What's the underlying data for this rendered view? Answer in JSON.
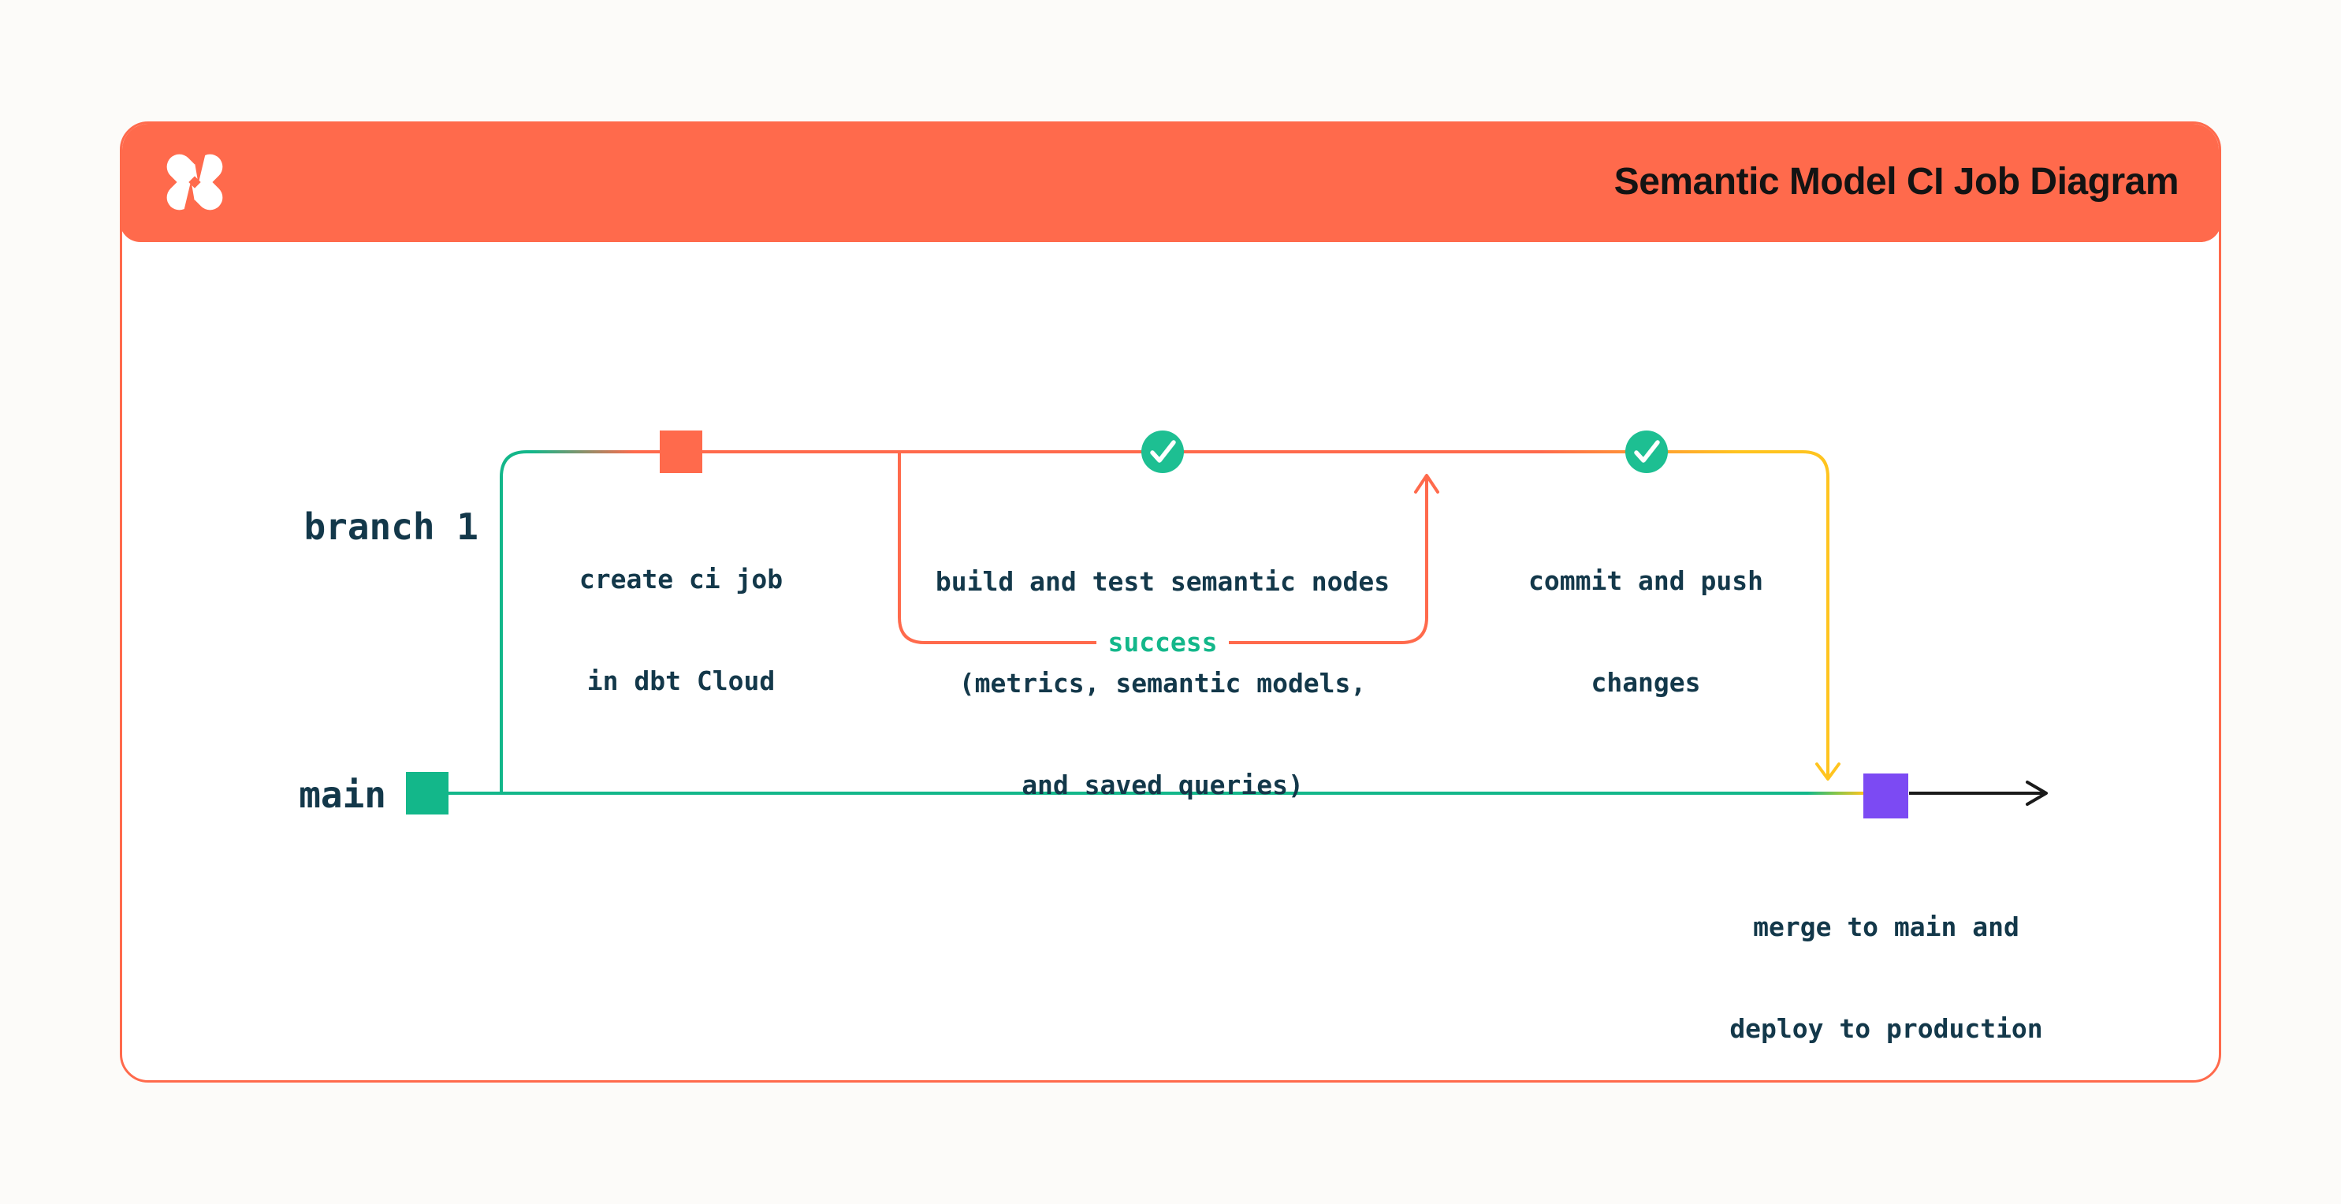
{
  "header": {
    "title": "Semantic Model CI Job Diagram"
  },
  "branches": {
    "branch1_label": "branch 1",
    "main_label": "main"
  },
  "nodes": {
    "create_ci": {
      "line1": "create ci job",
      "line2": "in dbt Cloud"
    },
    "build_test": {
      "line1": "build and test semantic nodes",
      "line2": "(metrics, semantic models,",
      "line3": "and saved queries)",
      "loop_label": "success"
    },
    "commit_push": {
      "line1": "commit and push",
      "line2": "changes"
    },
    "merge_deploy": {
      "line1": "merge to main and",
      "line2": "deploy to production"
    }
  },
  "icons": {
    "logo": "dbt-logo",
    "check_markers": "green-check-circle"
  },
  "colors": {
    "header_orange": "#ff6a4c",
    "line_orange": "#ff6a4c",
    "teal_green": "#13b78a",
    "check_circle_green": "#1dbf92",
    "yellow": "#ffc41f",
    "purple": "#7c4af3",
    "text_dark": "#13384a",
    "title_text": "#131313",
    "arrow_black": "#1a1a1a",
    "card_bg": "#ffffff",
    "page_bg": "#fcfbf9"
  }
}
